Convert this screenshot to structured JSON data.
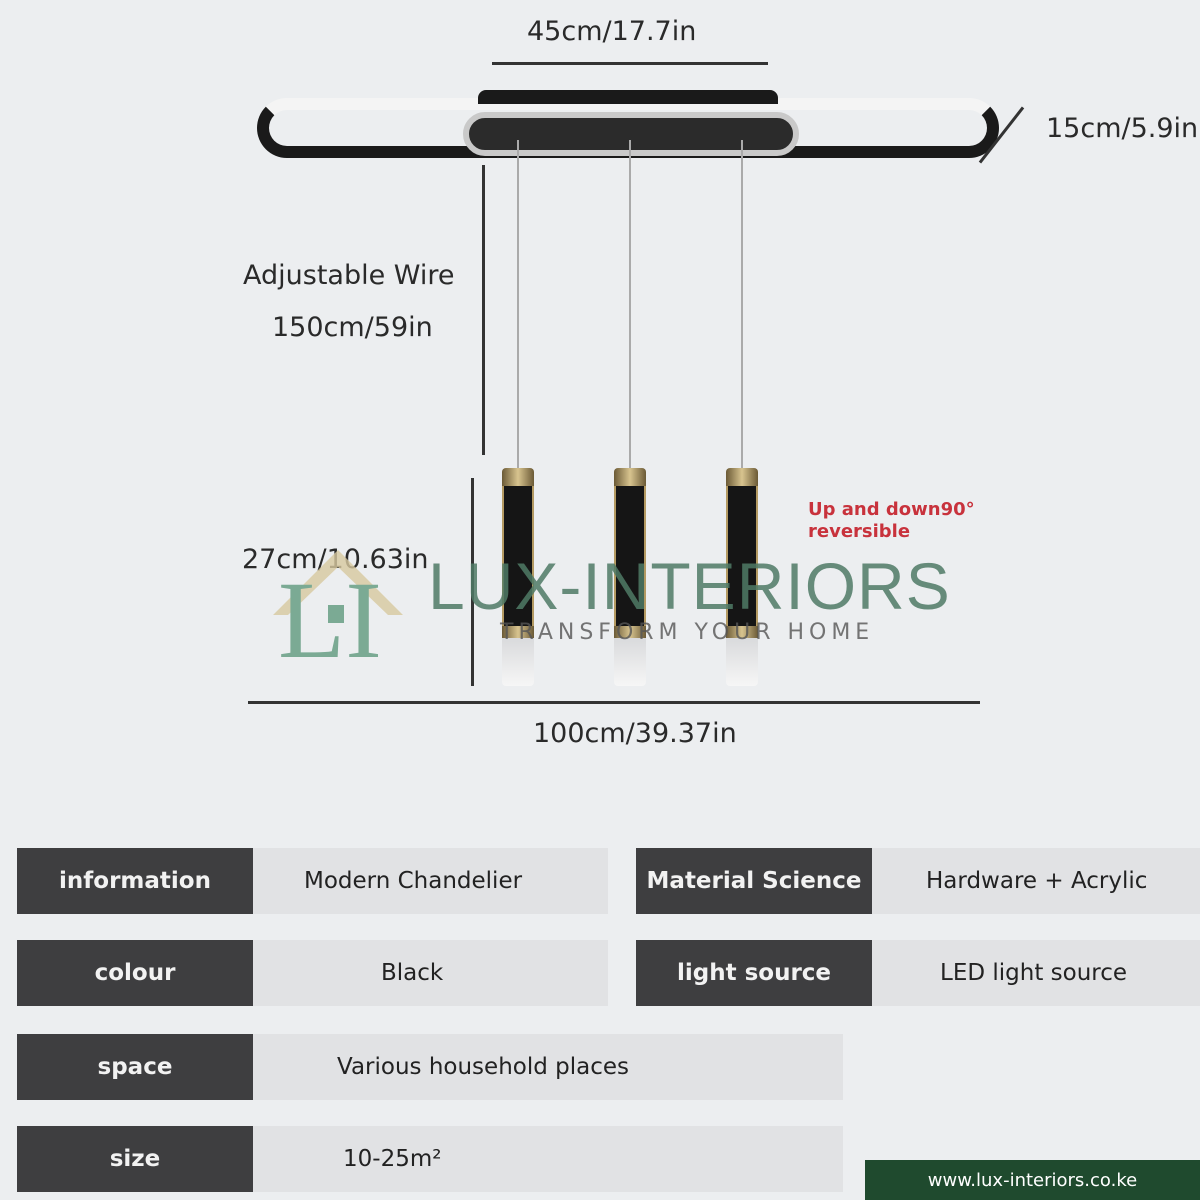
{
  "dimensions": {
    "top_width": "45cm/17.7in",
    "depth": "15cm/5.9in",
    "wire_label": "Adjustable Wire",
    "wire_length": "150cm/59in",
    "tube_height": "27cm/10.63in",
    "total_width": "100cm/39.37in",
    "note_line1": "Up and down90°",
    "note_line2": "reversible"
  },
  "watermark": {
    "brand": "LUX-INTERIORS",
    "tagline": "TRANSFORM YOUR HOME",
    "logo_letters": "LI"
  },
  "specs": [
    {
      "label": "information",
      "value": "Modern Chandelier"
    },
    {
      "label": "Material Science",
      "value": "Hardware + Acrylic"
    },
    {
      "label": "colour",
      "value": "Black"
    },
    {
      "label": "light source",
      "value": "LED light source"
    },
    {
      "label": "space",
      "value": "Various household places"
    },
    {
      "label": "size",
      "value": "10-25m²"
    }
  ],
  "footer": {
    "url": "www.lux-interiors.co.ke"
  },
  "colors": {
    "label_bg": "#3e3e40",
    "value_bg": "#e1e2e4",
    "note": "#c8323c",
    "brand_green": "#4f7a66",
    "footer_bg": "#1f4a2e"
  }
}
